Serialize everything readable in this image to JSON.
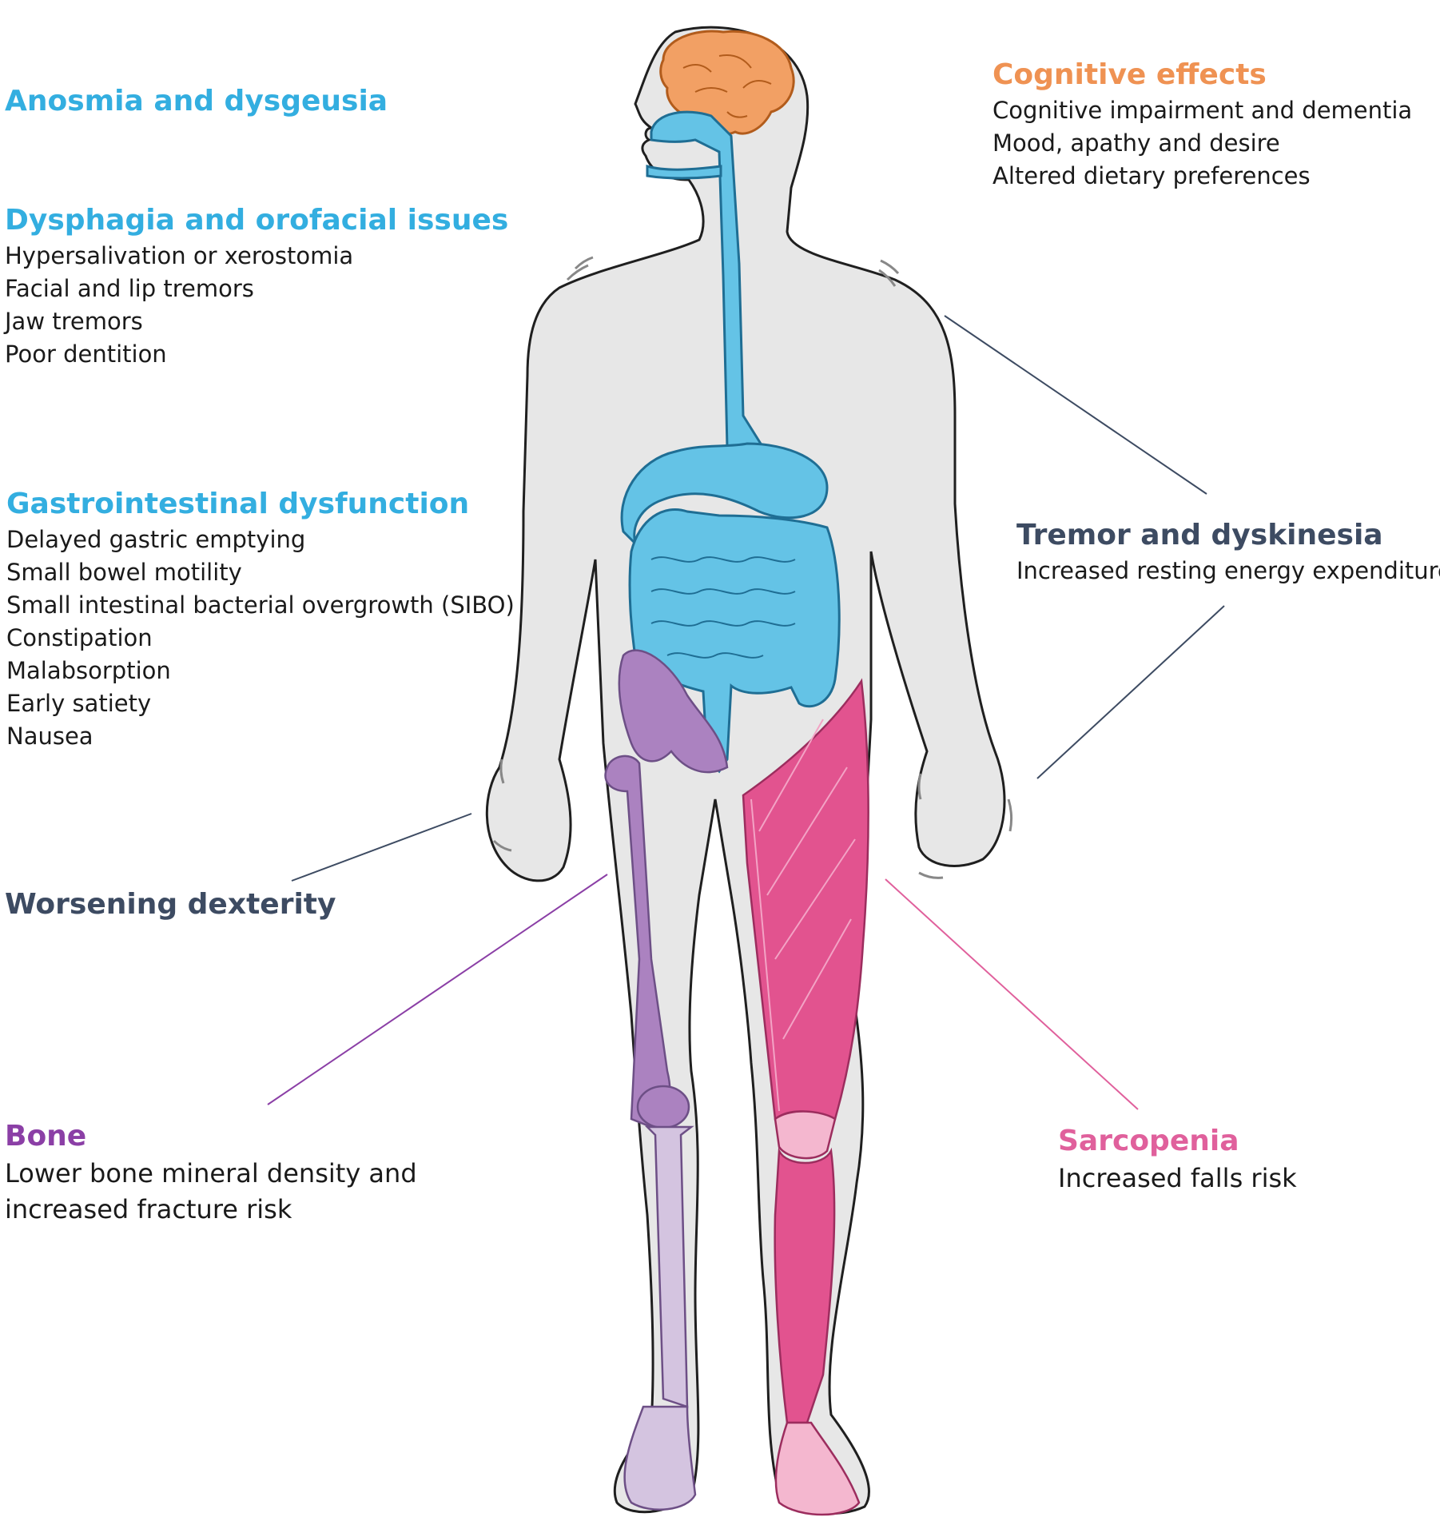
{
  "colors": {
    "gut": "#64c3e6",
    "gut_label": "#33aee0",
    "brain": "#f2a064",
    "brain_label": "#ef9253",
    "bone": "#ab82c0",
    "bone_label": "#8b3fa6",
    "muscle": "#e2538f",
    "muscle_label": "#e0609c",
    "dark_label": "#3d4b62",
    "body_fill": "#e7e7e7",
    "outline": "#1f1f1f"
  },
  "icons": {
    "body": "human-body-outline",
    "brain": "brain-icon",
    "digestive": "digestive-tract-icon",
    "bone": "leg-bone-icon",
    "muscle": "leg-muscle-icon"
  },
  "labels": {
    "anosmia": {
      "title": "Anosmia and dysgeusia"
    },
    "dysphagia": {
      "title": "Dysphagia and orofacial issues",
      "items": [
        "Hypersalivation or xerostomia",
        "Facial and lip tremors",
        "Jaw tremors",
        "Poor dentition"
      ]
    },
    "gastro": {
      "title": "Gastrointestinal dysfunction",
      "items": [
        "Delayed gastric emptying",
        "Small bowel motility",
        "Small intestinal bacterial overgrowth (SIBO)",
        "Constipation",
        "Malabsorption",
        "Early satiety",
        "Nausea"
      ]
    },
    "dexterity": {
      "title": "Worsening dexterity"
    },
    "bone": {
      "title": "Bone",
      "body": "Lower bone mineral density and increased fracture risk"
    },
    "cognitive": {
      "title": "Cognitive effects",
      "items": [
        "Cognitive impairment and dementia",
        "Mood, apathy and desire",
        "Altered dietary preferences"
      ]
    },
    "tremor": {
      "title": "Tremor and dyskinesia",
      "items": [
        "Increased resting energy expenditure"
      ]
    },
    "sarcopenia": {
      "title": "Sarcopenia",
      "items": [
        "Increased falls risk"
      ]
    }
  }
}
